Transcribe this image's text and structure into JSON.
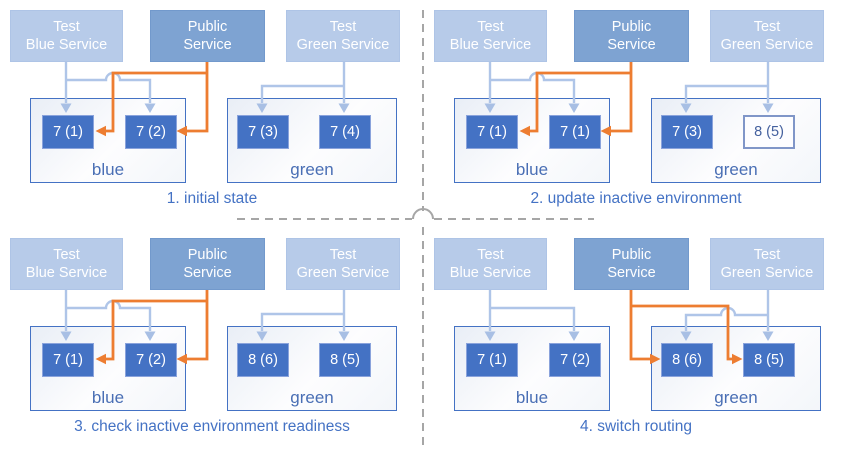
{
  "colors": {
    "accent_blue": "#4472c4",
    "light_service_fill": "#b7cbe9",
    "public_service_fill": "#7ea3d2",
    "pod_fill": "#4472c4",
    "public_route_orange": "#ed7d31",
    "test_route_light_blue": "#afc5e8",
    "caption_text": "#4472c4",
    "divider_gray": "#a6a6a6"
  },
  "quadrants": [
    {
      "caption": "1. initial state",
      "services": [
        {
          "label": "Test\nBlue Service"
        },
        {
          "label": "Public\nService"
        },
        {
          "label": "Test\nGreen Service"
        }
      ],
      "environments": [
        {
          "name": "blue",
          "pods": [
            {
              "label": "7 (1)"
            },
            {
              "label": "7 (2)"
            }
          ]
        },
        {
          "name": "green",
          "pods": [
            {
              "label": "7 (3)"
            },
            {
              "label": "7 (4)"
            }
          ]
        }
      ],
      "public_traffic_to": "blue"
    },
    {
      "caption": "2. update inactive environment",
      "services": [
        {
          "label": "Test\nBlue Service"
        },
        {
          "label": "Public\nService"
        },
        {
          "label": "Test\nGreen Service"
        }
      ],
      "environments": [
        {
          "name": "blue",
          "pods": [
            {
              "label": "7 (1)"
            },
            {
              "label": "7 (1)"
            }
          ]
        },
        {
          "name": "green",
          "pods": [
            {
              "label": "7 (3)"
            },
            {
              "label": "8 (5)",
              "state": "updating"
            }
          ]
        }
      ],
      "public_traffic_to": "blue"
    },
    {
      "caption": "3. check inactive environment readiness",
      "services": [
        {
          "label": "Test\nBlue Service"
        },
        {
          "label": "Public\nService"
        },
        {
          "label": "Test\nGreen Service"
        }
      ],
      "environments": [
        {
          "name": "blue",
          "pods": [
            {
              "label": "7 (1)"
            },
            {
              "label": "7 (2)"
            }
          ]
        },
        {
          "name": "green",
          "pods": [
            {
              "label": "8 (6)"
            },
            {
              "label": "8 (5)"
            }
          ]
        }
      ],
      "public_traffic_to": "blue"
    },
    {
      "caption": "4. switch routing",
      "services": [
        {
          "label": "Test\nBlue Service"
        },
        {
          "label": "Public\nService"
        },
        {
          "label": "Test\nGreen Service"
        }
      ],
      "environments": [
        {
          "name": "blue",
          "pods": [
            {
              "label": "7 (1)"
            },
            {
              "label": "7 (2)"
            }
          ]
        },
        {
          "name": "green",
          "pods": [
            {
              "label": "8 (6)"
            },
            {
              "label": "8 (5)"
            }
          ]
        }
      ],
      "public_traffic_to": "green"
    }
  ]
}
